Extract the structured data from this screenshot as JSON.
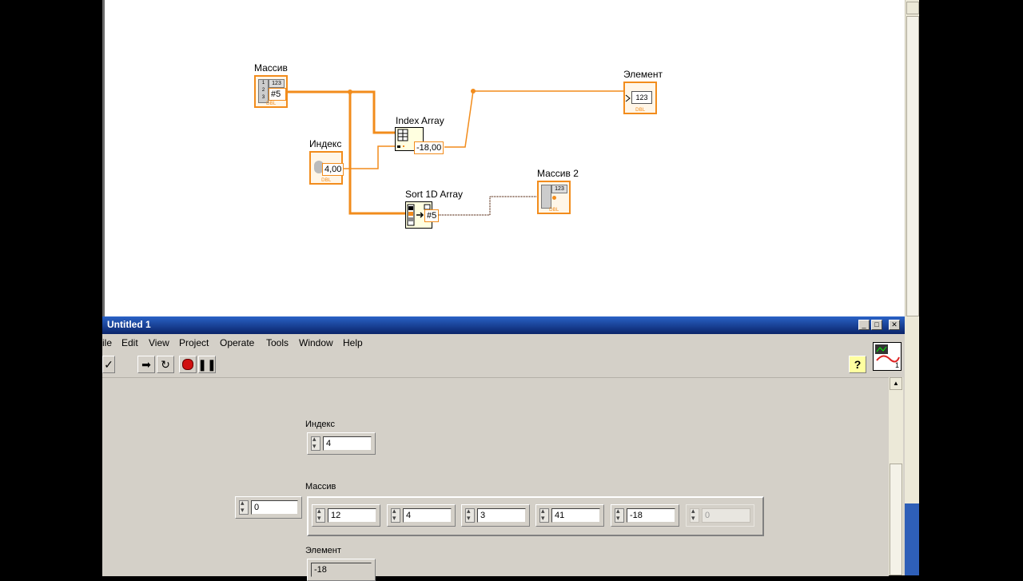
{
  "block_diagram": {
    "labels": {
      "massiv": "Массив",
      "indeks": "Индекс",
      "element": "Элемент",
      "massiv2": "Массив 2",
      "index_array": "Index Array",
      "sort_1d_array": "Sort 1D Array"
    },
    "indicators": {
      "index_value": "4,00",
      "index_array_output": "-18,00",
      "massiv_size": "#5",
      "sort_size": "#5",
      "massiv_digits": "123",
      "massiv2_digits": "123",
      "element_digits": "123",
      "massiv_idx": [
        "1",
        "2",
        "3"
      ],
      "dbl": "DBL"
    }
  },
  "front_panel": {
    "title": "Untitled 1",
    "menu": [
      "ile",
      "Edit",
      "View",
      "Project",
      "Operate",
      "Tools",
      "Window",
      "Help"
    ],
    "vi_icon_number": "1",
    "help_label": "?",
    "controls": {
      "indeks_label": "Индекс",
      "indeks_value": "4",
      "massiv_label": "Массив",
      "massiv_index_value": "0",
      "massiv_values": [
        "12",
        "4",
        "3",
        "41",
        "-18",
        "0"
      ],
      "element_label": "Элемент",
      "element_value": "-18"
    }
  },
  "colors": {
    "wire_dbl": "#f28c1c",
    "titlebar": "#0a246a",
    "panel_bg": "#d4d0c8"
  },
  "icons": [
    "run-arrow-icon",
    "run-continuously-icon",
    "abort-icon",
    "pause-icon",
    "help-icon",
    "vi-icon"
  ]
}
